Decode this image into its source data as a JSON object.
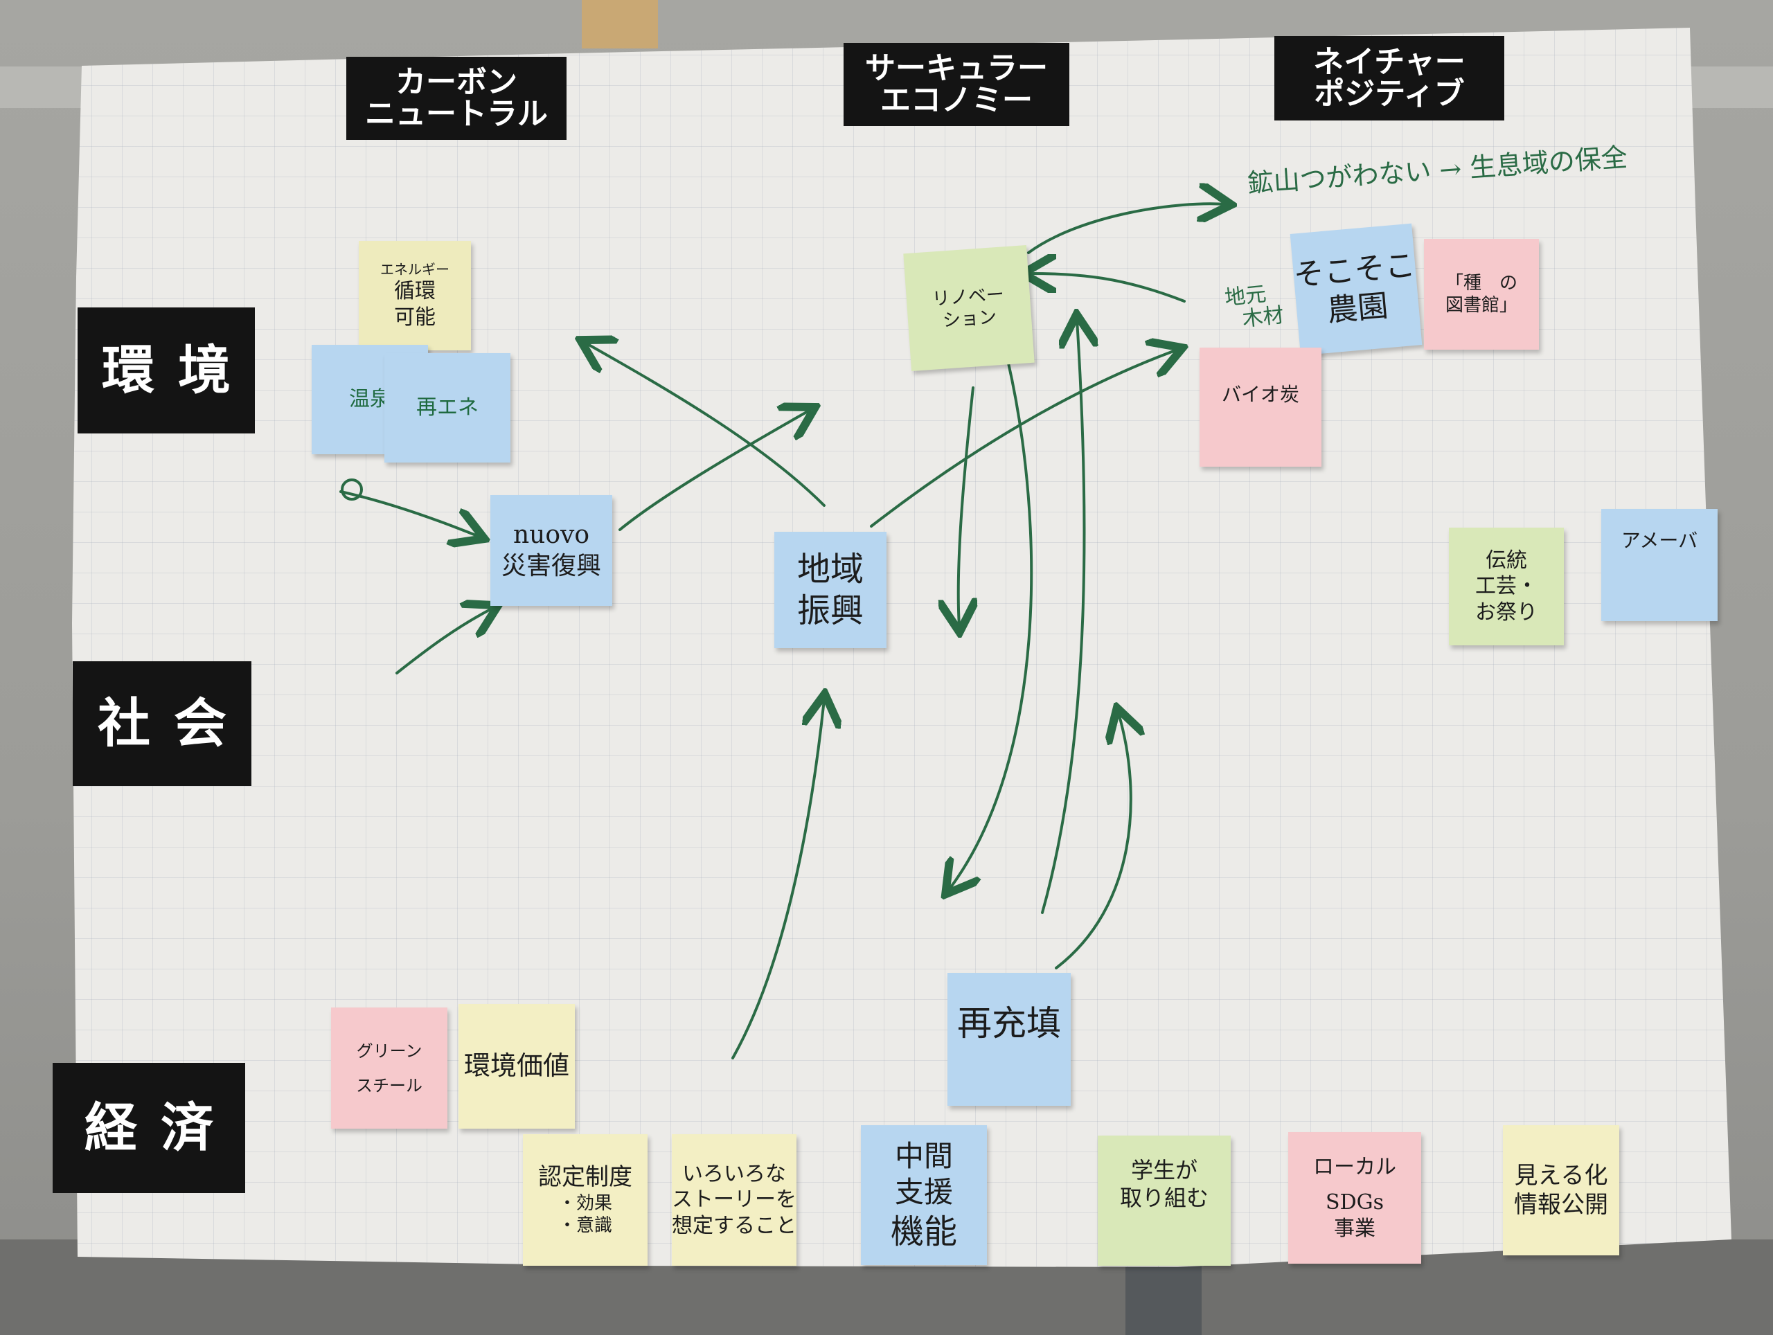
{
  "headers": {
    "columns": [
      {
        "id": "carbon",
        "lines": [
          "カーボン",
          "ニュートラル"
        ]
      },
      {
        "id": "circular",
        "lines": [
          "サーキュラー",
          "エコノミー"
        ]
      },
      {
        "id": "nature",
        "lines": [
          "ネイチャー",
          "ポジティブ"
        ]
      }
    ],
    "rows": [
      {
        "id": "environment",
        "label": "環境"
      },
      {
        "id": "society",
        "label": "社会"
      },
      {
        "id": "economy",
        "label": "経済"
      }
    ]
  },
  "annotations": {
    "top_right": "鉱山つがわない → 生息域の保全",
    "local_wood": [
      "地元",
      "木材"
    ]
  },
  "notes": {
    "energy": {
      "lines": [
        "エネルギー",
        "循環",
        "可能"
      ],
      "color": "yellow"
    },
    "hydro": {
      "lines": [
        "温泉"
      ],
      "color": "blue"
    },
    "renewable": {
      "lines": [
        "再エネ"
      ],
      "color": "blue"
    },
    "nuovo": {
      "lines": [
        "nuovo",
        "災害復興"
      ],
      "color": "blue"
    },
    "regional": {
      "lines": [
        "地域",
        "振興"
      ],
      "color": "blue"
    },
    "renovation": {
      "lines": [
        "リノベー",
        "ション"
      ],
      "color": "green"
    },
    "sokosoko": {
      "lines": [
        "そこそこ",
        "農園"
      ],
      "color": "blue"
    },
    "seed_library": {
      "lines": [
        "「種　の",
        "図書館」"
      ],
      "color": "pink"
    },
    "biochar": {
      "lines": [
        "バイオ炭"
      ],
      "color": "pink"
    },
    "tradition": {
      "lines": [
        "伝統",
        "工芸・",
        "お祭り"
      ],
      "color": "green"
    },
    "amoeba": {
      "lines": [
        "アメーバ"
      ],
      "color": "blue"
    },
    "green_steel": {
      "lines": [
        "グリーン",
        "スチール"
      ],
      "color": "pink"
    },
    "env_value": {
      "lines": [
        "環境価値"
      ],
      "color": "yellow"
    },
    "certification": {
      "lines": [
        "認定制度",
        "・効果",
        "・意識"
      ],
      "color": "yellow"
    },
    "stories": {
      "lines": [
        "いろいろな",
        "ストーリーを",
        "想定すること"
      ],
      "color": "yellow"
    },
    "intermediate": {
      "lines": [
        "中間",
        "支援",
        "機能"
      ],
      "color": "blue"
    },
    "refill": {
      "lines": [
        "再充填"
      ],
      "color": "blue"
    },
    "student": {
      "lines": [
        "学生が",
        "取り組む"
      ],
      "color": "green"
    },
    "local_sdgs": {
      "lines": [
        "ローカル",
        "SDGs",
        "事業"
      ],
      "color": "pink"
    },
    "visualize": {
      "lines": [
        "見える化",
        "情報公開"
      ],
      "color": "yellow"
    }
  },
  "colors": {
    "ink": "#2a6b45",
    "header_bg": "#141414",
    "yellow": "#eeebbd",
    "green": "#d9e8b8",
    "blue": "#b7d6f0",
    "pink": "#f6c9cc"
  }
}
